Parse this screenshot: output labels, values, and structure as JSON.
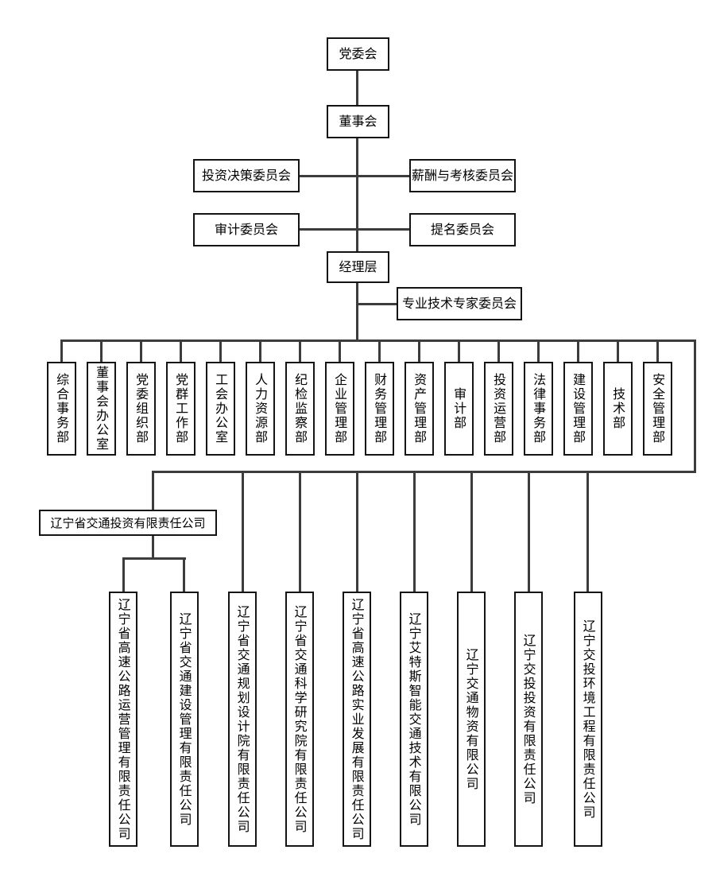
{
  "org_chart": {
    "governance": {
      "party_committee": "党委会",
      "board": "董事会",
      "management": "经理层"
    },
    "board_committees": [
      {
        "label": "投资决策委员会"
      },
      {
        "label": "薪酬与考核委员会"
      },
      {
        "label": "审计委员会"
      },
      {
        "label": "提名委员会"
      }
    ],
    "expert_committee": "专业技术专家委员会",
    "departments": [
      {
        "label": "综合事务部"
      },
      {
        "label": "董事会办公室"
      },
      {
        "label": "党委组织部"
      },
      {
        "label": "党群工作部"
      },
      {
        "label": "工会办公室"
      },
      {
        "label": "人力资源部"
      },
      {
        "label": "纪检监察部"
      },
      {
        "label": "企业管理部"
      },
      {
        "label": "财务管理部"
      },
      {
        "label": "资产管理部"
      },
      {
        "label": "审计部"
      },
      {
        "label": "投资运营部"
      },
      {
        "label": "法律事务部"
      },
      {
        "label": "建设管理部"
      },
      {
        "label": "技术部"
      },
      {
        "label": "安全管理部"
      }
    ],
    "intermediate_company": "辽宁省交通投资有限责任公司",
    "subsidiaries": [
      {
        "label": "辽宁省高速公路运营管理有限责任公司"
      },
      {
        "label": "辽宁省交通建设管理有限责任公司"
      },
      {
        "label": "辽宁省交通规划设计院有限责任公司"
      },
      {
        "label": "辽宁省交通科学研究院有限责任公司"
      },
      {
        "label": "辽宁省高速公路实业发展有限责任公司"
      },
      {
        "label": "辽宁艾特斯智能交通技术有限公司"
      },
      {
        "label": "辽宁交通物资有限公司"
      },
      {
        "label": "辽宁交投投资有限责任公司"
      },
      {
        "label": "辽宁交投环境工程有限责任公司"
      }
    ],
    "colors": {
      "line": "#3c3c3c",
      "border": "#141414",
      "background": "#ffffff"
    }
  }
}
